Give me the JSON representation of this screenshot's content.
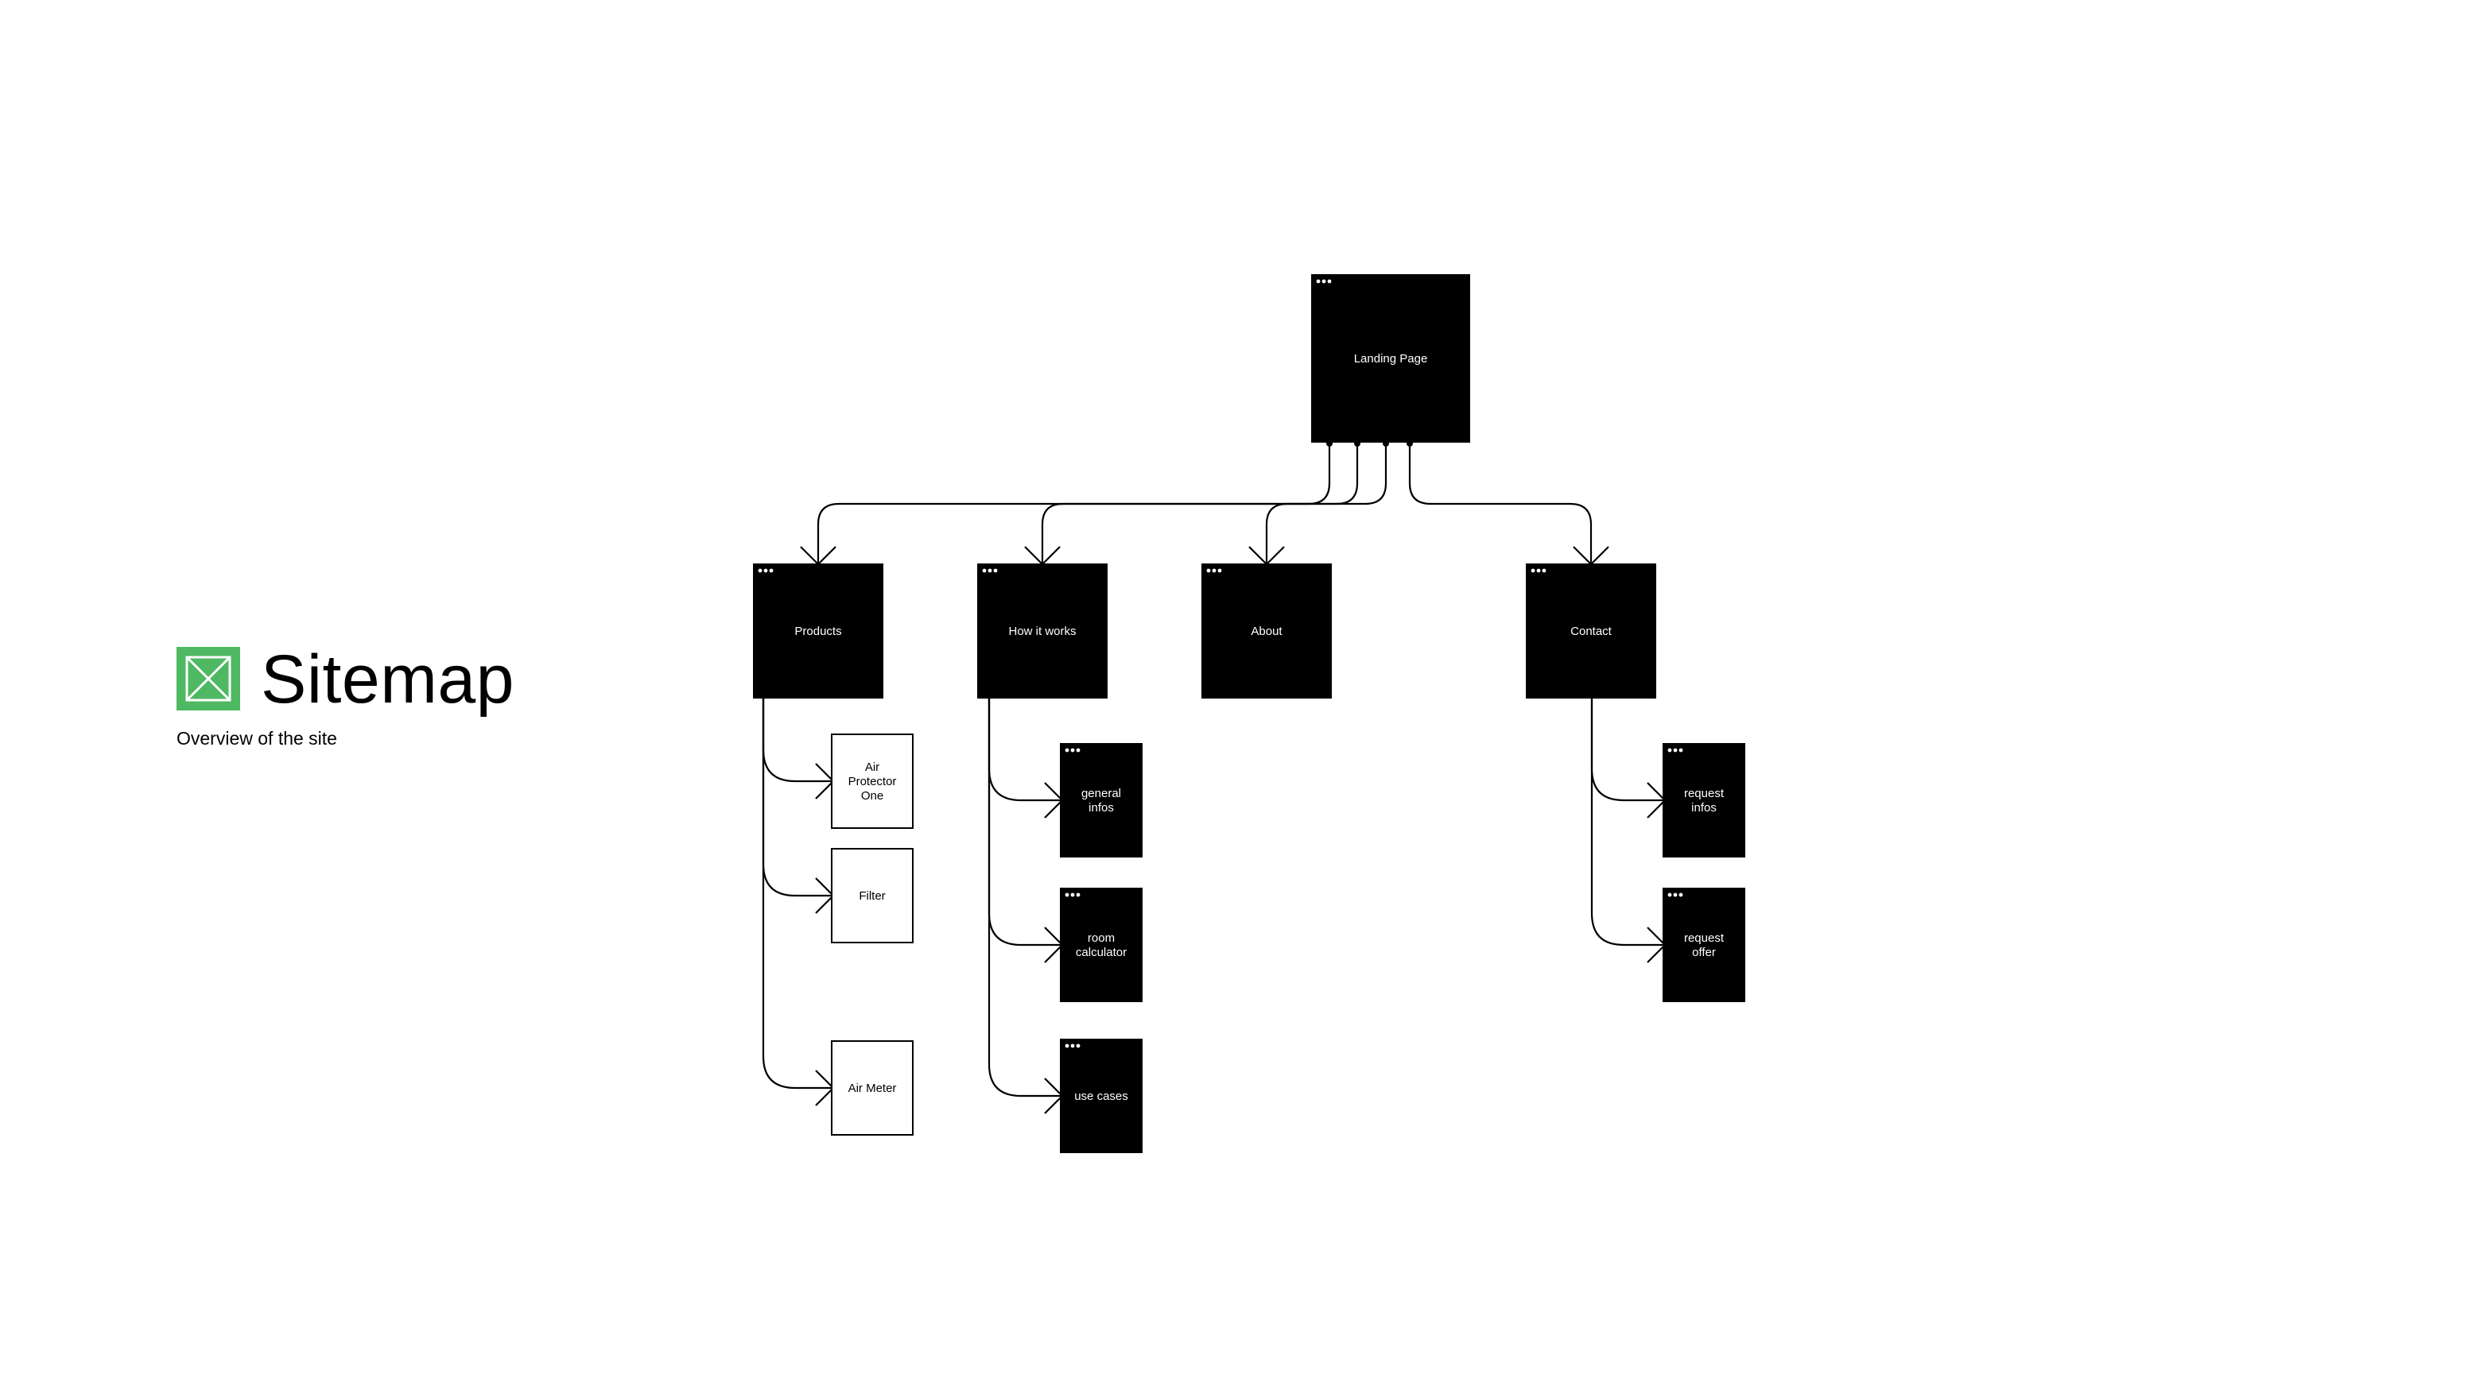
{
  "header": {
    "title": "Sitemap",
    "subtitle": "Overview of the site",
    "logo_icon": "image-placeholder-icon",
    "logo_color": "#4eb862"
  },
  "colors": {
    "page_fill": "#000000",
    "page_text": "#ffffff",
    "product_fill": "#ffffff",
    "product_text": "#000000",
    "connector": "#000000"
  },
  "sitemap": {
    "root": {
      "id": "landing",
      "label": "Landing Page",
      "style": "page"
    },
    "sections": [
      {
        "id": "products",
        "label": "Products",
        "style": "page",
        "children": [
          {
            "id": "air-protector-one",
            "label": "Air Protector One",
            "lines": [
              "Air",
              "Protector",
              "One"
            ],
            "style": "product"
          },
          {
            "id": "filter",
            "label": "Filter",
            "lines": [
              "Filter"
            ],
            "style": "product"
          },
          {
            "id": "air-meter",
            "label": "Air Meter",
            "lines": [
              "Air Meter"
            ],
            "style": "product"
          }
        ]
      },
      {
        "id": "how-it-works",
        "label": "How it works",
        "style": "page",
        "children": [
          {
            "id": "general-infos",
            "label": "general infos",
            "lines": [
              "general",
              "infos"
            ],
            "style": "page"
          },
          {
            "id": "room-calculator",
            "label": "room calculator",
            "lines": [
              "room",
              "calculator"
            ],
            "style": "page"
          },
          {
            "id": "use-cases",
            "label": "use cases",
            "lines": [
              "use cases"
            ],
            "style": "page"
          }
        ]
      },
      {
        "id": "about",
        "label": "About",
        "style": "page",
        "children": []
      },
      {
        "id": "contact",
        "label": "Contact",
        "style": "page",
        "children": [
          {
            "id": "request-infos",
            "label": "request infos",
            "lines": [
              "request",
              "infos"
            ],
            "style": "page"
          },
          {
            "id": "request-offer",
            "label": "request offer",
            "lines": [
              "request",
              "offer"
            ],
            "style": "page"
          }
        ]
      }
    ]
  }
}
